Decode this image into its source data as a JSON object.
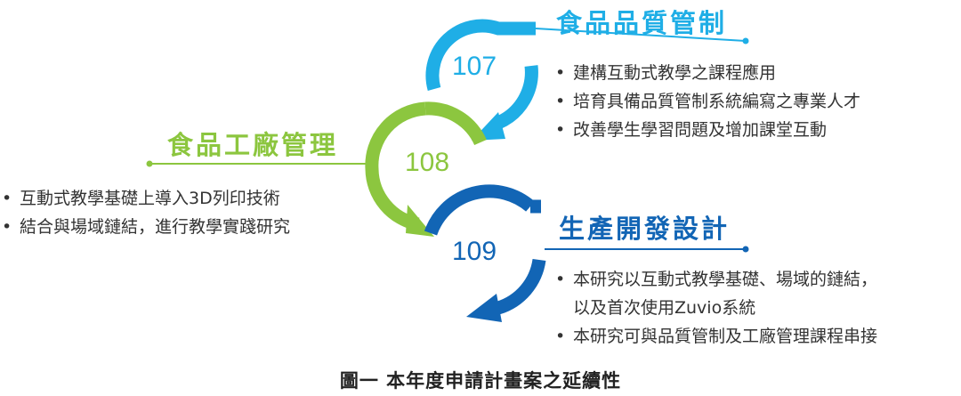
{
  "colors": {
    "stage_107": "#1faee6",
    "stage_108": "#8cc63f",
    "stage_109": "#1265b5"
  },
  "stages": [
    {
      "year": "107",
      "title": "食品品質管制",
      "bullets": [
        "建構互動式教學之課程應用",
        "培育具備品質管制系統編寫之專業人才",
        "改善學生學習問題及增加課堂互動"
      ]
    },
    {
      "year": "108",
      "title": "食品工廠管理",
      "bullets": [
        "互動式教學基礎上導入3D列印技術",
        "結合與場域鏈結，進行教學實踐研究"
      ]
    },
    {
      "year": "109",
      "title": "生產開發設計",
      "bullets": [
        "本研究以互動式教學基礎、場域的鏈結，",
        "以及首次使用Zuvio系統",
        "本研究可與品質管制及工廠管理課程串接"
      ]
    }
  ],
  "caption": "圖一 本年度申請計畫案之延續性"
}
